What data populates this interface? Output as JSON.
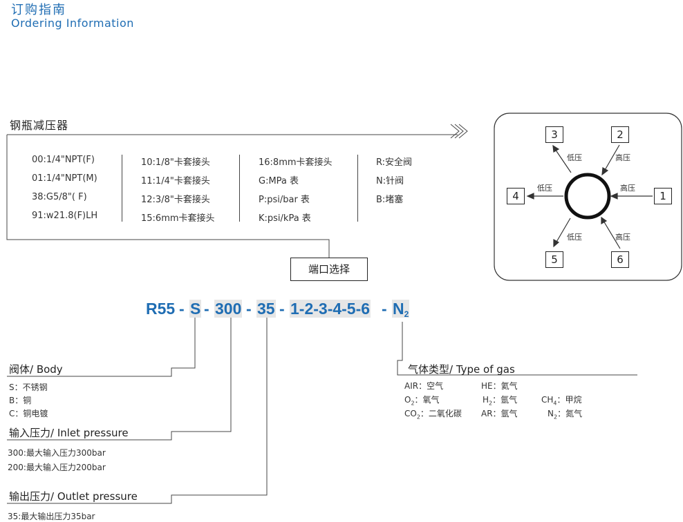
{
  "header": {
    "title_cn": "订购指南",
    "title_en": "Ordering Information"
  },
  "product": {
    "name": "钢瓶减压器"
  },
  "ports": {
    "col1": [
      "00:1/4\"NPT(F)",
      "01:1/4\"NPT(M)",
      "38:G5/8\"( F)",
      "91:w21.8(F)LH"
    ],
    "col2": [
      "10:1/8\"卡套接头",
      "11:1/4\"卡套接头",
      "12:3/8\"卡套接头",
      "15:6mm卡套接头"
    ],
    "col3": [
      "16:8mm卡套接头",
      "G:MPa 表",
      "P:psi/bar 表",
      "K:psi/kPa 表"
    ],
    "col4": [
      "R:安全阀",
      "N:针阀",
      "B:堵塞"
    ]
  },
  "port_select": "端口选择",
  "diagram": {
    "numbers": [
      "1",
      "2",
      "3",
      "4",
      "5",
      "6"
    ],
    "low": "低压",
    "high": "高压"
  },
  "code": {
    "p1": "R55",
    "p2": "S",
    "p3": "300",
    "p4": "35",
    "p5": "1-2-3-4-5-6",
    "p6": "N",
    "p6_sub": "2",
    "sep": "-"
  },
  "body": {
    "label": "阀体/ Body",
    "items": [
      "S：不锈钢",
      "B：铜",
      "C：铜电镀"
    ]
  },
  "inlet": {
    "label": "输入压力/ Inlet pressure",
    "items": [
      "300:最大输入压力300bar",
      "200:最大输入压力200bar"
    ]
  },
  "outlet": {
    "label": "输出压力/ Outlet pressure",
    "items": [
      "35:最大输出压力35bar"
    ]
  },
  "gas": {
    "label": "气体类型/ Type of gas",
    "r1": [
      "AIR：空气",
      "HE：氦气"
    ],
    "r2": [
      "O",
      "2",
      "：氧气",
      "H",
      "2",
      "：氩气",
      "CH",
      "4",
      "：甲烷"
    ],
    "r3": [
      "CO",
      "2",
      "：二氧化碳",
      "AR：氩气",
      "N",
      "2",
      "：氮气"
    ]
  }
}
